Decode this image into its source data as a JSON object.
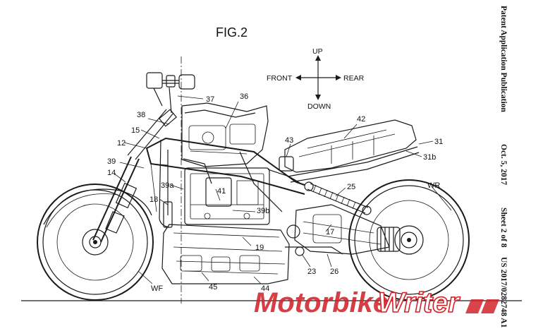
{
  "figure": {
    "title": "FIG.2",
    "directions": {
      "up": "UP",
      "down": "DOWN",
      "front": "FRONT",
      "rear": "REAR"
    },
    "labels": {
      "n37": "37",
      "n36": "36",
      "n38": "38",
      "n15": "15",
      "n12": "12",
      "n39": "39",
      "n14": "14",
      "n39a": "39a",
      "n18": "18",
      "n41": "41",
      "n39b": "39b",
      "n43": "43",
      "n42": "42",
      "n31": "31",
      "n31b": "31b",
      "n25": "25",
      "nWR": "WR",
      "n17": "17",
      "n19": "19",
      "n23": "23",
      "n26": "26",
      "n45": "45",
      "n44": "44",
      "nWF": "WF"
    }
  },
  "patent_header": {
    "title": "Patent Application Publication",
    "date": "Oct. 5, 2017",
    "sheet": "Sheet 2 of 8",
    "number": "US 2017/0282748 A1"
  },
  "watermark": {
    "part1": "Motorbike",
    "part2": "Writer"
  },
  "colors": {
    "ink": "#1a1a1a",
    "watermark": "#d2232a",
    "background": "#ffffff"
  }
}
